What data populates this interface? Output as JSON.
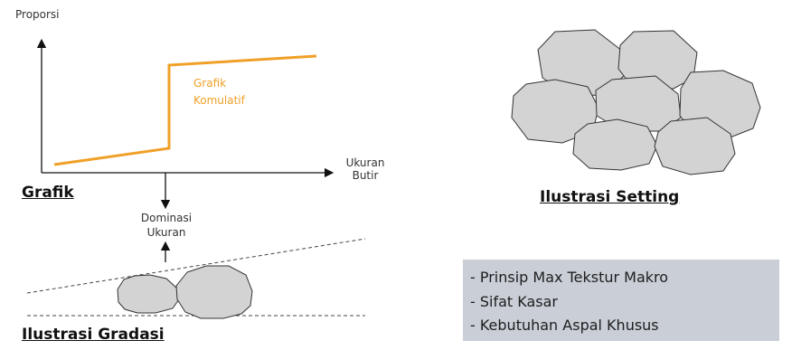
{
  "graph": {
    "y_axis_label": "Proporsi",
    "x_axis_label_line1": "Ukuran",
    "x_axis_label_line2": "Butir",
    "curve_label_line1": "Grafik",
    "curve_label_line2": "Komulatif",
    "dominance_line1": "Dominasi",
    "dominance_line2": "Ukuran",
    "curve_color": "#f0a028"
  },
  "headings": {
    "grafik": "Grafik",
    "gradasi": "Ilustrasi Gradasi",
    "setting": "Ilustrasi Setting"
  },
  "info_box": {
    "background": "#c9ced7",
    "items": [
      "- Prinsip Max Tekstur Makro",
      "- Sifat Kasar",
      "- Kebutuhan Aspal Khusus"
    ]
  },
  "particle_fill": "#d3d3d3"
}
